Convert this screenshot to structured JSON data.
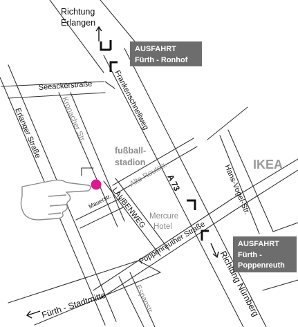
{
  "colors": {
    "road": "#333333",
    "exit_box": "#6d6d6d",
    "exit_text": "#ffffff",
    "location_marker": "#e0188c",
    "landmark_text": "#8a8a8a"
  },
  "directions": {
    "north": [
      "Richtung",
      "Erlangen"
    ],
    "southwest": "Fürth - Stadtmitte",
    "southeast": "Richtung Nürnberg"
  },
  "exits": {
    "north": {
      "title": "AUSFAHRT",
      "name": "Fürth - Ronhof"
    },
    "south": {
      "title": "AUSFAHRT",
      "lines": [
        "Fürth -",
        "Poppenreuth"
      ]
    }
  },
  "roads": {
    "seeackerstrasse": "Seeackerstraße",
    "frankenschnellweg": "Frankenschnellweg",
    "kronacher": "Kronacher Str.",
    "erlanger": "Erlanger Straße",
    "alte_reutstr": "Alte Reutstr.",
    "motorway": "A 73",
    "hans_vogel": "Hans-Vogel-Str.",
    "laubenweg": "LAUBENWEG",
    "mauerstr": "Mauerstr.",
    "poppenreuther": "Poppenreuther Straße",
    "espanstr": "Espanstr."
  },
  "landmarks": {
    "stadium": [
      "fußball-",
      "stadion"
    ],
    "hotel": [
      "Mercure",
      "Hotel"
    ],
    "ikea": "IKEA"
  },
  "icons": {
    "pointer": "pointing-hand-icon",
    "marker": "location-marker-icon",
    "arrows": "arrow-icon"
  }
}
